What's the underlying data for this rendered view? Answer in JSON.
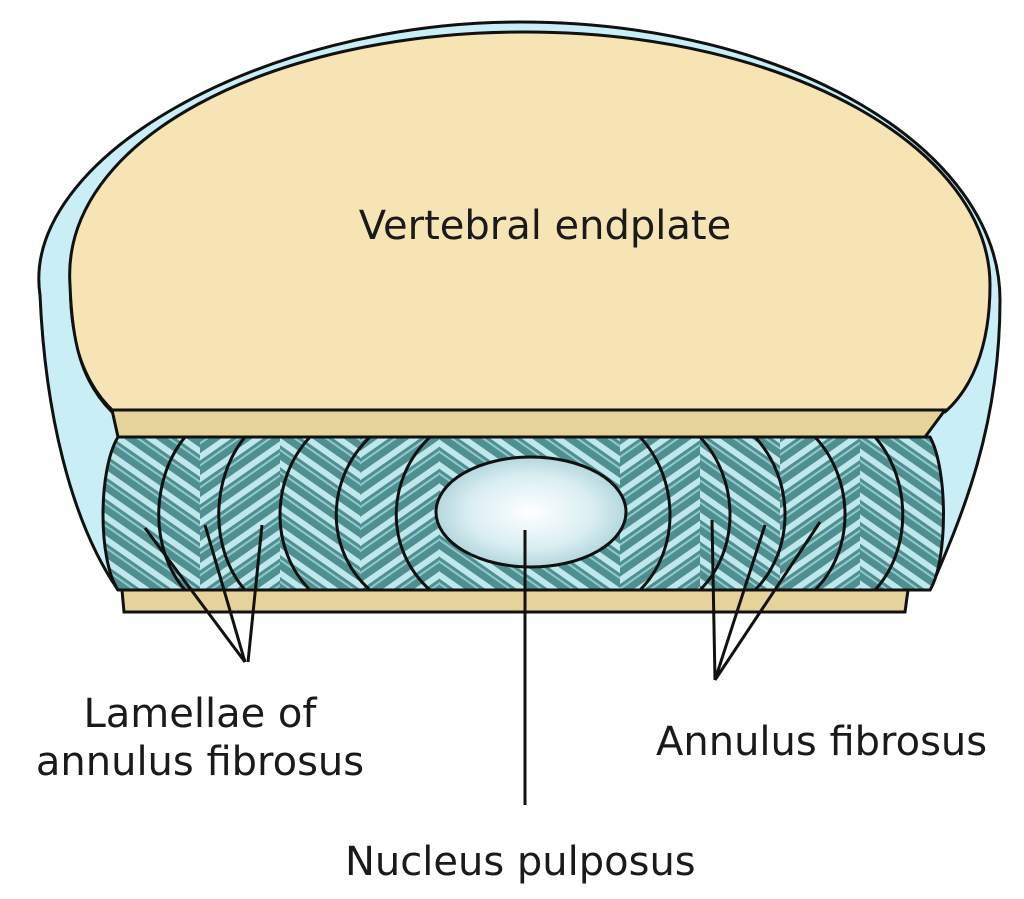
{
  "labels": {
    "endplate": "Vertebral endplate",
    "lamellae_line1": "Lamellae of",
    "lamellae_line2": "annulus fibrosus",
    "annulus": "Annulus fibrosus",
    "nucleus": "Nucleus pulposus"
  },
  "colors": {
    "endplate_fill": "#f7e4b4",
    "endplate_rim": "#e6d39a",
    "annulus_outer": "#c9eef6",
    "disc_fill": "#4f8f90",
    "fiber_light": "#bfe8ec",
    "nucleus_fill": "#cfe7ec",
    "outline": "#111111"
  }
}
